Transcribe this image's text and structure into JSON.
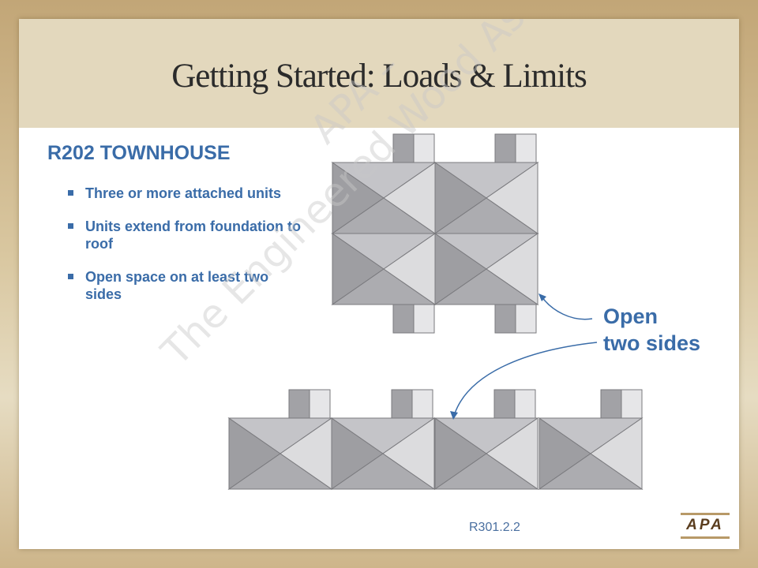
{
  "title": "Getting Started: Loads & Limits",
  "heading": "R202 TOWNHOUSE",
  "bullets": [
    "Three or more attached units",
    "Units extend from foundation to roof",
    "Open space on at least two sides"
  ],
  "callout": {
    "line1": "Open",
    "line2": "two sides"
  },
  "reference": "R301.2.2",
  "logo": "APA",
  "watermark": {
    "line1": "APA –",
    "line2": "The Engineered Wood Association"
  },
  "colors": {
    "accent": "#3a6ca8",
    "title_band": "#e3d8bd",
    "frame": "#c2a677"
  }
}
